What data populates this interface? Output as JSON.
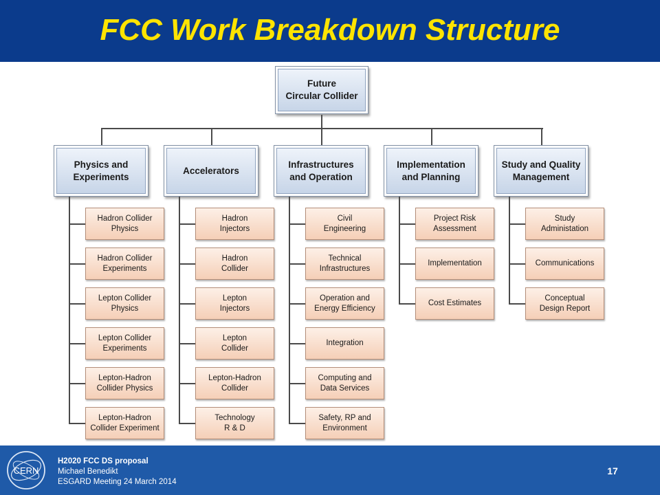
{
  "header": {
    "title": "FCC Work Breakdown Structure"
  },
  "chart_data": {
    "type": "diagram",
    "root": "Future\nCircular Collider",
    "branches": [
      {
        "label": "Physics and\nExperiments",
        "children": [
          "Hadron Collider\nPhysics",
          "Hadron Collider\nExperiments",
          "Lepton Collider\nPhysics",
          "Lepton Collider\nExperiments",
          "Lepton-Hadron\nCollider Physics",
          "Lepton-Hadron\nCollider Experiment"
        ]
      },
      {
        "label": "Accelerators",
        "children": [
          "Hadron\nInjectors",
          "Hadron\nCollider",
          "Lepton\nInjectors",
          "Lepton\nCollider",
          "Lepton-Hadron\nCollider",
          "Technology\nR & D"
        ]
      },
      {
        "label": "Infrastructures\nand Operation",
        "children": [
          "Civil\nEngineering",
          "Technical\nInfrastructures",
          "Operation and\nEnergy Efficiency",
          "Integration",
          "Computing and\nData Services",
          "Safety, RP and\nEnvironment"
        ]
      },
      {
        "label": "Implementation\nand Planning",
        "children": [
          "Project Risk\nAssessment",
          "Implementation",
          "Cost Estimates"
        ]
      },
      {
        "label": "Study and Quality\nManagement",
        "children": [
          "Study\nAdministation",
          "Communications",
          "Conceptual\nDesign Report"
        ]
      }
    ]
  },
  "footer": {
    "line1": "H2020 FCC DS proposal",
    "line2": "Michael Benedikt",
    "line3": "ESGARD Meeting 24 March 2014",
    "page_number": "17",
    "logo_text": "CERN"
  },
  "colors": {
    "header_bg": "#0b3b8c",
    "title": "#ffe400",
    "footer_bg": "#1f5aa8",
    "main_box": "#c7d5e8",
    "sub_box": "#f5cfb7"
  }
}
